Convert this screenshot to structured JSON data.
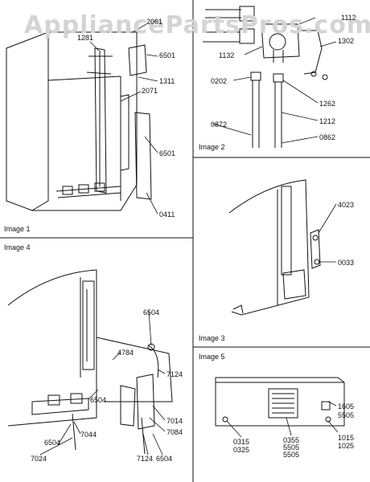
{
  "watermark": "AppliancePartsPros.com",
  "panels": {
    "image1": "Image 1",
    "image2": "Image 2",
    "image3": "Image 3",
    "image4": "Image 4",
    "image5": "Image 5"
  },
  "labels": {
    "img1": [
      "1281",
      "2061",
      "6501",
      "1311",
      "2071",
      "6501",
      "0411"
    ],
    "img2": [
      "1112",
      "1302",
      "1132",
      "0202",
      "1262",
      "1212",
      "0872",
      "0862"
    ],
    "img3": [
      "4023",
      "0033"
    ],
    "img4": [
      "6504",
      "4784",
      "7124",
      "7014",
      "7084",
      "7124",
      "6504",
      "6504",
      "7044",
      "6504",
      "7024"
    ],
    "img5": [
      "1605",
      "5505",
      "0315",
      "0325",
      "0355",
      "5505",
      "5505",
      "1015",
      "1025"
    ]
  }
}
